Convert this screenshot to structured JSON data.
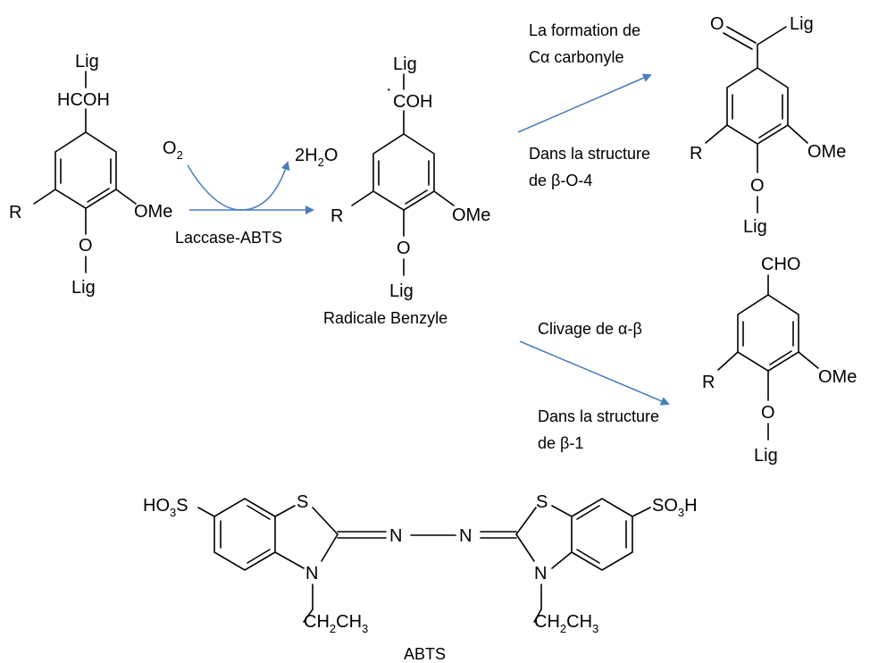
{
  "reactant": {
    "lig_top": "Lig",
    "alpha_group": "HCOH",
    "R": "R",
    "ome": "OMe",
    "O": "O",
    "lig_bottom": "Lig"
  },
  "reagents": {
    "o2": "O",
    "o2_sub": "2",
    "h2o_coef": "2H",
    "h2o_sub": "2",
    "h2o_tail": "O",
    "catalyst": "Laccase-ABTS"
  },
  "radical": {
    "lig_top": "Lig",
    "radical_dot": "·",
    "alpha_group": "COH",
    "R": "R",
    "ome": "OMe",
    "O": "O",
    "lig_bottom": "Lig",
    "caption": "Radicale Benzyle"
  },
  "path_ketone": {
    "label_line1": "La formation de",
    "label_line2": "Cα carbonyle",
    "label_line3": "Dans la structure",
    "label_line4": "de β-O-4"
  },
  "ketone": {
    "carbonyl_O": "O",
    "lig_top": "Lig",
    "R": "R",
    "ome": "OMe",
    "O": "O",
    "lig_bottom": "Lig"
  },
  "path_aldehyde": {
    "label_line1": "Clivage de α-β",
    "label_line2": "Dans la structure",
    "label_line3": "de β-1"
  },
  "aldehyde": {
    "cho": "CHO",
    "R": "R",
    "ome": "OMe",
    "O": "O",
    "lig_bottom": "Lig"
  },
  "abts": {
    "left_group": "HO",
    "left_group_sub": "3",
    "left_group_s": "S",
    "right_group": "SO",
    "right_group_sub": "3",
    "right_group_h": "H",
    "S_left": "S",
    "S_right": "S",
    "N_left_imine": "N",
    "N_right_imine": "N",
    "N_left_ring": "N",
    "N_right_ring": "N",
    "ethyl_left_a": "CH",
    "ethyl_left_sub1": "2",
    "ethyl_left_b": "CH",
    "ethyl_left_sub2": "3",
    "ethyl_right_a": "CH",
    "ethyl_right_sub1": "2",
    "ethyl_right_b": "CH",
    "ethyl_right_sub2": "3",
    "caption": "ABTS"
  }
}
